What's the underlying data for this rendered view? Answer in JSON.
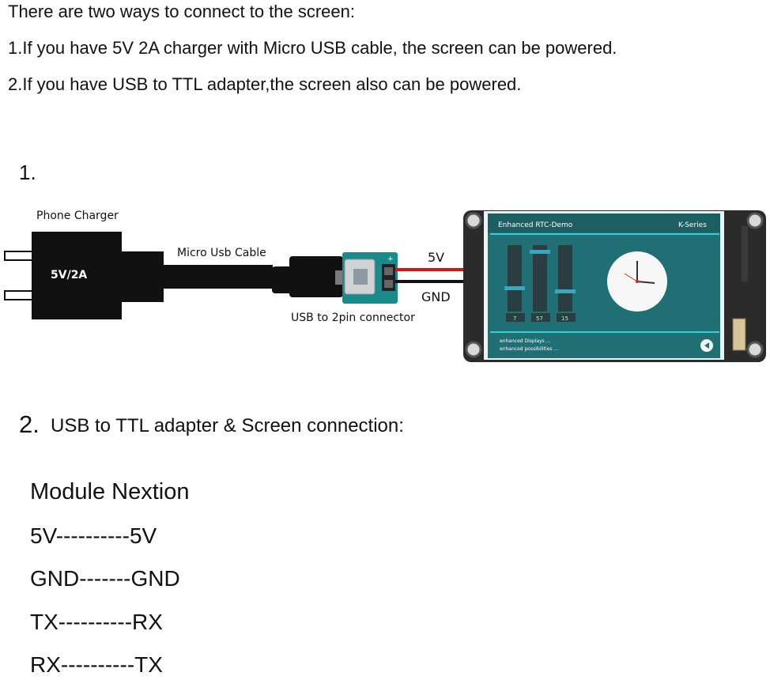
{
  "intro": {
    "line1": "There are two ways to connect to the screen:",
    "line2": "1.If you have 5V 2A charger with Micro USB cable, the screen can be powered.",
    "line3": "2.If you have USB to TTL adapter,the screen also can be powered."
  },
  "section1": {
    "number": "1.",
    "charger_label": "Phone Charger",
    "charger_rating": "5V/2A",
    "cable_label": "Micro Usb Cable",
    "connector_label": "USB to 2pin connector",
    "wire_5v": "5V",
    "wire_gnd": "GND",
    "screen": {
      "title": "Enhanced RTC-Demo",
      "series": "K-Series",
      "time_values": [
        "7",
        "57",
        "15"
      ],
      "footer_line1": "enhanced Displays ...",
      "footer_line2": "enhanced possibilities ..."
    }
  },
  "section2": {
    "number": "2.",
    "title": "USB to TTL adapter & Screen connection:",
    "header": "Module  Nextion",
    "rows": [
      "5V----------5V",
      "GND-------GND",
      "TX----------RX",
      "RX----------TX"
    ]
  },
  "colors": {
    "charger": "#111111",
    "pcb": "#1a8a8a",
    "wire_5v": "#e01010",
    "wire_gnd": "#111111",
    "screen_bg": "#1f6f74",
    "screen_accent": "#35d0d6"
  }
}
